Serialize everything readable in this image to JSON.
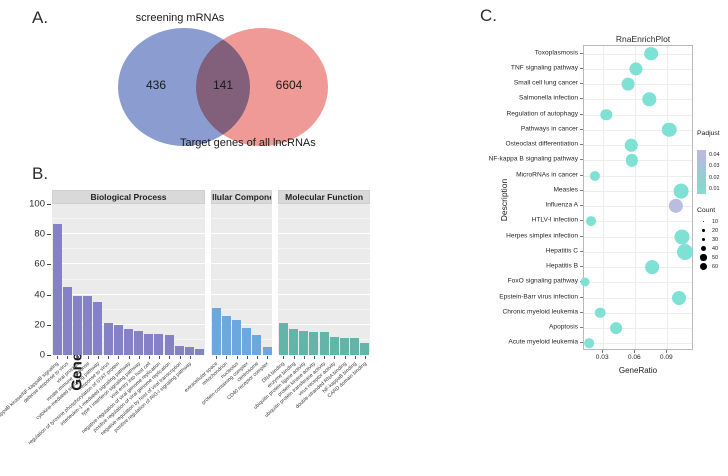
{
  "panels": {
    "a_letter": "A.",
    "b_letter": "B.",
    "c_letter": "C."
  },
  "venn": {
    "top_label": "screening mRNAs",
    "bottom_label": "Target genes of all lncRNAs",
    "left_only": "436",
    "intersection": "141",
    "right_only": "6604",
    "left_color": "#8b9dd0",
    "right_color": "#ef9a96"
  },
  "chart_data": [
    {
      "type": "bar",
      "title": "",
      "xlabel": "",
      "ylabel": "Gene Number",
      "ylim": [
        0,
        100
      ],
      "yticks": [
        0,
        20,
        40,
        60,
        80,
        100
      ],
      "facets": [
        {
          "name": "Biological Process",
          "color": "#8481c6",
          "categories": [
            "I-kappaB kinase/NF-kappaB signaling",
            "defense response to virus",
            "viral process",
            "innate immune response",
            "cytokine-mediated signaling pathway",
            "response to virus",
            "regulation of tyrosine phosphorylation of STAT protein",
            "interleukin-1-mediated signaling pathway",
            "type I interferon signaling pathway",
            "viral entry into host cell",
            "negative regulation of viral genome replication",
            "positive regulation of viral genome replication",
            "negative regulation by host of viral transcription",
            "positive regulation of RIG-I signaling pathway"
          ],
          "values": [
            87,
            45,
            39,
            39,
            35,
            21,
            20,
            17,
            16,
            14,
            14,
            13,
            6,
            5,
            4
          ]
        },
        {
          "name": "Cellular Component",
          "color": "#6ea7dd",
          "categories": [
            "extracellular space",
            "mitochondrion",
            "nucleolus",
            "protein-containing complex",
            "centrosome",
            "CD40 receptor complex"
          ],
          "values": [
            31,
            26,
            23,
            18,
            13,
            5
          ]
        },
        {
          "name": "Molecular Function",
          "color": "#62b5a8",
          "categories": [
            "DNA binding",
            "enzyme binding",
            "ubiquitin protein ligase activity",
            "protein kinase activity",
            "ubiquitin protein transferase activity",
            "virus receptor activity",
            "double-stranded RNA binding",
            "NF-kappaB binding",
            "CARD domain binding"
          ],
          "values": [
            21,
            17,
            16,
            15,
            15,
            12,
            11,
            11,
            8
          ]
        }
      ]
    },
    {
      "type": "scatter",
      "title": "RnaEnrichPlot",
      "xlabel": "GeneRatio",
      "ylabel": "Description",
      "xticks": [
        0.03,
        0.06,
        0.09
      ],
      "xlim": [
        0.012,
        0.115
      ],
      "points": [
        {
          "label": "Toxoplasmosis",
          "generatio": 0.075,
          "count": 30,
          "padjust": 0.01
        },
        {
          "label": "TNF signaling pathway",
          "generatio": 0.061,
          "count": 26,
          "padjust": 0.01
        },
        {
          "label": "Small cell lung cancer",
          "generatio": 0.053,
          "count": 24,
          "padjust": 0.01
        },
        {
          "label": "Salmonella infection",
          "generatio": 0.073,
          "count": 28,
          "padjust": 0.01
        },
        {
          "label": "Regulation of autophagy",
          "generatio": 0.033,
          "count": 16,
          "padjust": 0.01
        },
        {
          "label": "Pathways in cancer",
          "generatio": 0.092,
          "count": 36,
          "padjust": 0.01
        },
        {
          "label": "Osteoclast differentiation",
          "generatio": 0.056,
          "count": 22,
          "padjust": 0.01
        },
        {
          "label": "NF-kappa B signaling pathway",
          "generatio": 0.057,
          "count": 21,
          "padjust": 0.01
        },
        {
          "label": "MicroRNAs in cancer",
          "generatio": 0.022,
          "count": 10,
          "padjust": 0.01
        },
        {
          "label": "Measles",
          "generatio": 0.103,
          "count": 38,
          "padjust": 0.01
        },
        {
          "label": "Influenza A",
          "generatio": 0.098,
          "count": 34,
          "padjust": 0.037
        },
        {
          "label": "HTLV-I infection",
          "generatio": 0.019,
          "count": 9,
          "padjust": 0.01
        },
        {
          "label": "Herpes simplex infection",
          "generatio": 0.104,
          "count": 40,
          "padjust": 0.01
        },
        {
          "label": "Hepatitis C",
          "generatio": 0.107,
          "count": 48,
          "padjust": 0.01
        },
        {
          "label": "Hepatitis B",
          "generatio": 0.076,
          "count": 30,
          "padjust": 0.01
        },
        {
          "label": "FoxO signaling pathway",
          "generatio": 0.013,
          "count": 6,
          "padjust": 0.01
        },
        {
          "label": "Epstein-Barr virus infection",
          "generatio": 0.101,
          "count": 32,
          "padjust": 0.01
        },
        {
          "label": "Chronic myeloid leukemia",
          "generatio": 0.027,
          "count": 12,
          "padjust": 0.01
        },
        {
          "label": "Apoptosis",
          "generatio": 0.042,
          "count": 18,
          "padjust": 0.01
        },
        {
          "label": "Acute myeloid leukemia",
          "generatio": 0.017,
          "count": 8,
          "padjust": 0.01
        }
      ],
      "legends": {
        "padjust": {
          "title": "Padjust",
          "ticks": [
            "0.04",
            "0.03",
            "0.02",
            "0.01"
          ],
          "high_color": "#bfb9e0",
          "low_color": "#7fe0d4"
        },
        "count": {
          "title": "Count",
          "values": [
            "10",
            "20",
            "30",
            "40",
            "50",
            "60"
          ]
        }
      }
    }
  ]
}
